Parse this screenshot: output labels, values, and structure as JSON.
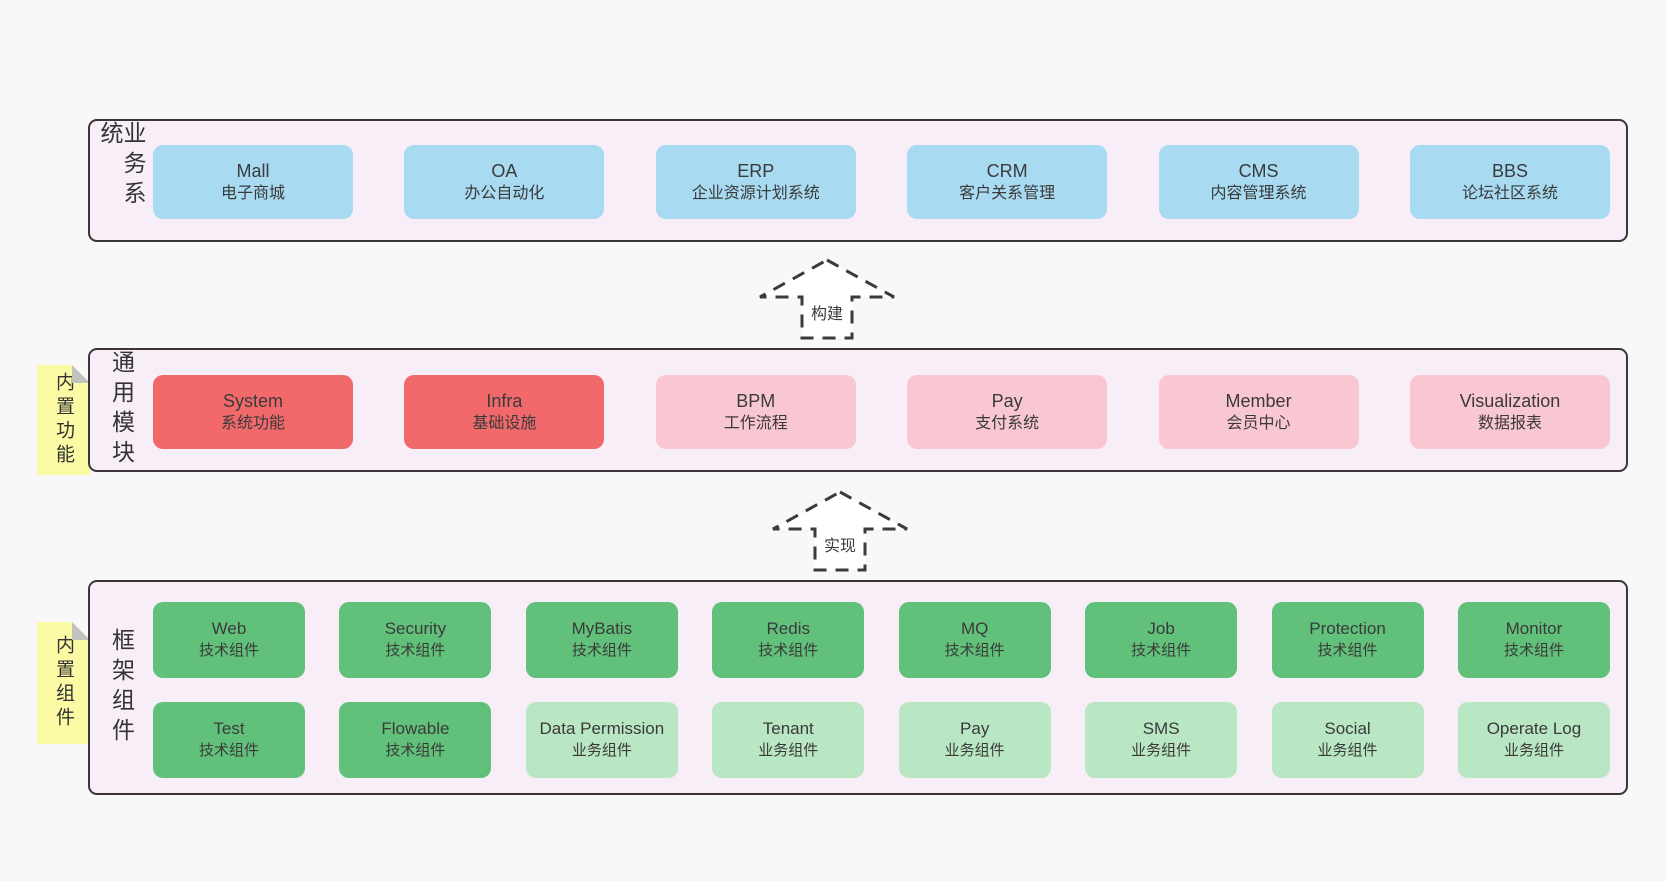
{
  "colors": {
    "page_bg": "#f8f8f8",
    "container_bg": "#f8eef7",
    "container_border": "#3b3539",
    "box_blue": "#a8daf2",
    "box_red": "#f2696b",
    "box_pink": "#f9c7d2",
    "box_green": "#61c17a",
    "box_green_light": "#b9e6c3",
    "sticky_bg": "#fbfaa5",
    "sticky_fold": "#c2c2c2",
    "text": "#3b3b3b"
  },
  "arrows": [
    {
      "label": "构建"
    },
    {
      "label": "实现"
    }
  ],
  "layers": [
    {
      "label": "业务系统",
      "boxes": [
        {
          "name": "Mall",
          "desc": "电子商城"
        },
        {
          "name": "OA",
          "desc": "办公自动化"
        },
        {
          "name": "ERP",
          "desc": "企业资源计划系统"
        },
        {
          "name": "CRM",
          "desc": "客户关系管理"
        },
        {
          "name": "CMS",
          "desc": "内容管理系统"
        },
        {
          "name": "BBS",
          "desc": "论坛社区系统"
        }
      ]
    },
    {
      "label": "通用模块",
      "sticky": "内置功能",
      "boxes": [
        {
          "name": "System",
          "desc": "系统功能"
        },
        {
          "name": "Infra",
          "desc": "基础设施"
        },
        {
          "name": "BPM",
          "desc": "工作流程"
        },
        {
          "name": "Pay",
          "desc": "支付系统"
        },
        {
          "name": "Member",
          "desc": "会员中心"
        },
        {
          "name": "Visualization",
          "desc": "数据报表"
        }
      ]
    },
    {
      "label": "框架组件",
      "sticky": "内置组件",
      "rows": [
        [
          {
            "name": "Web",
            "desc": "技术组件"
          },
          {
            "name": "Security",
            "desc": "技术组件"
          },
          {
            "name": "MyBatis",
            "desc": "技术组件"
          },
          {
            "name": "Redis",
            "desc": "技术组件"
          },
          {
            "name": "MQ",
            "desc": "技术组件"
          },
          {
            "name": "Job",
            "desc": "技术组件"
          },
          {
            "name": "Protection",
            "desc": "技术组件"
          },
          {
            "name": "Monitor",
            "desc": "技术组件"
          }
        ],
        [
          {
            "name": "Test",
            "desc": "技术组件"
          },
          {
            "name": "Flowable",
            "desc": "技术组件"
          },
          {
            "name": "Data Permission",
            "desc": "业务组件"
          },
          {
            "name": "Tenant",
            "desc": "业务组件"
          },
          {
            "name": "Pay",
            "desc": "业务组件"
          },
          {
            "name": "SMS",
            "desc": "业务组件"
          },
          {
            "name": "Social",
            "desc": "业务组件"
          },
          {
            "name": "Operate Log",
            "desc": "业务组件"
          }
        ]
      ]
    }
  ]
}
